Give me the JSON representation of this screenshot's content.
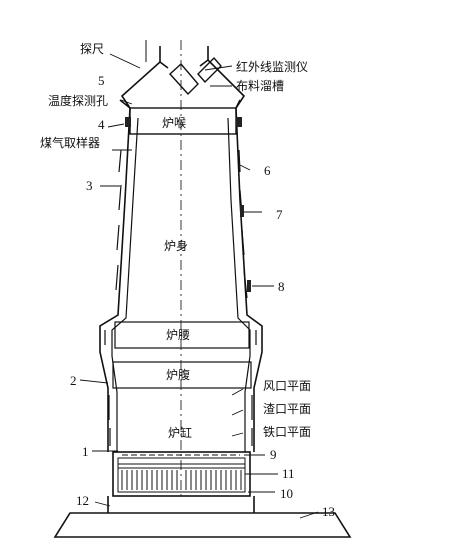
{
  "labels": {
    "probe_rod": "探尺",
    "infrared_monitor": "红外线监测仪",
    "distribution_chute": "布料溜槽",
    "temp_probe_hole": "温度探测孔",
    "gas_sampler": "煤气取样器",
    "throat": "炉喉",
    "shaft": "炉身",
    "belly": "炉腰",
    "bosh": "炉腹",
    "hearth": "炉缸",
    "tuyere_level": "风口平面",
    "slag_notch_level": "渣口平面",
    "tap_hole_level": "铁口平面"
  },
  "numbers": {
    "n1": "1",
    "n2": "2",
    "n3": "3",
    "n4": "4",
    "n5": "5",
    "n6": "6",
    "n7": "7",
    "n8": "8",
    "n9": "9",
    "n10": "10",
    "n11": "11",
    "n12": "12",
    "n13": "13"
  }
}
